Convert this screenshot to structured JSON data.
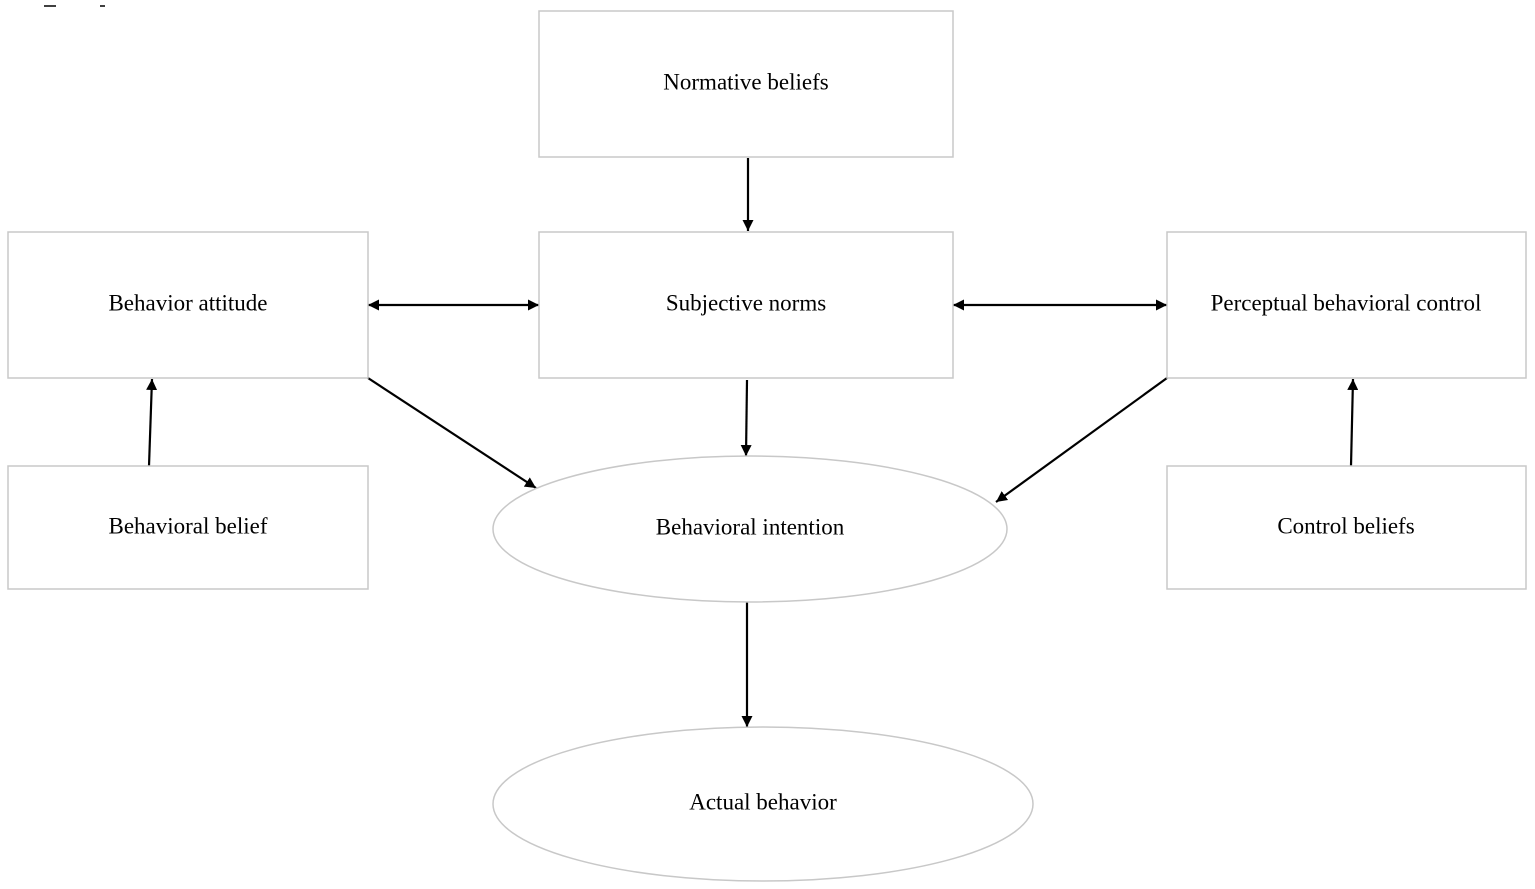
{
  "diagram": {
    "nodes": {
      "normative_beliefs": {
        "label": "Normative beliefs",
        "shape": "rectangle"
      },
      "behavior_attitude": {
        "label": "Behavior attitude",
        "shape": "rectangle"
      },
      "subjective_norms": {
        "label": "Subjective norms",
        "shape": "rectangle"
      },
      "perceptual_behavioral_control": {
        "label": "Perceptual behavioral control",
        "shape": "rectangle"
      },
      "behavioral_belief": {
        "label": "Behavioral belief",
        "shape": "rectangle"
      },
      "behavioral_intention": {
        "label": "Behavioral intention",
        "shape": "ellipse"
      },
      "control_beliefs": {
        "label": "Control beliefs",
        "shape": "rectangle"
      },
      "actual_behavior": {
        "label": "Actual behavior",
        "shape": "ellipse"
      }
    },
    "edges": [
      {
        "from": "normative_beliefs",
        "to": "subjective_norms",
        "direction": "forward"
      },
      {
        "from": "behavior_attitude",
        "to": "subjective_norms",
        "direction": "both"
      },
      {
        "from": "subjective_norms",
        "to": "perceptual_behavioral_control",
        "direction": "both"
      },
      {
        "from": "behavioral_belief",
        "to": "behavior_attitude",
        "direction": "forward"
      },
      {
        "from": "control_beliefs",
        "to": "perceptual_behavioral_control",
        "direction": "forward"
      },
      {
        "from": "behavior_attitude",
        "to": "behavioral_intention",
        "direction": "forward"
      },
      {
        "from": "subjective_norms",
        "to": "behavioral_intention",
        "direction": "forward"
      },
      {
        "from": "perceptual_behavioral_control",
        "to": "behavioral_intention",
        "direction": "forward"
      },
      {
        "from": "behavioral_intention",
        "to": "actual_behavior",
        "direction": "forward"
      }
    ],
    "colors": {
      "node_border": "#c8c8c8",
      "edge": "#000000",
      "text": "#000000",
      "background": "#ffffff"
    }
  }
}
